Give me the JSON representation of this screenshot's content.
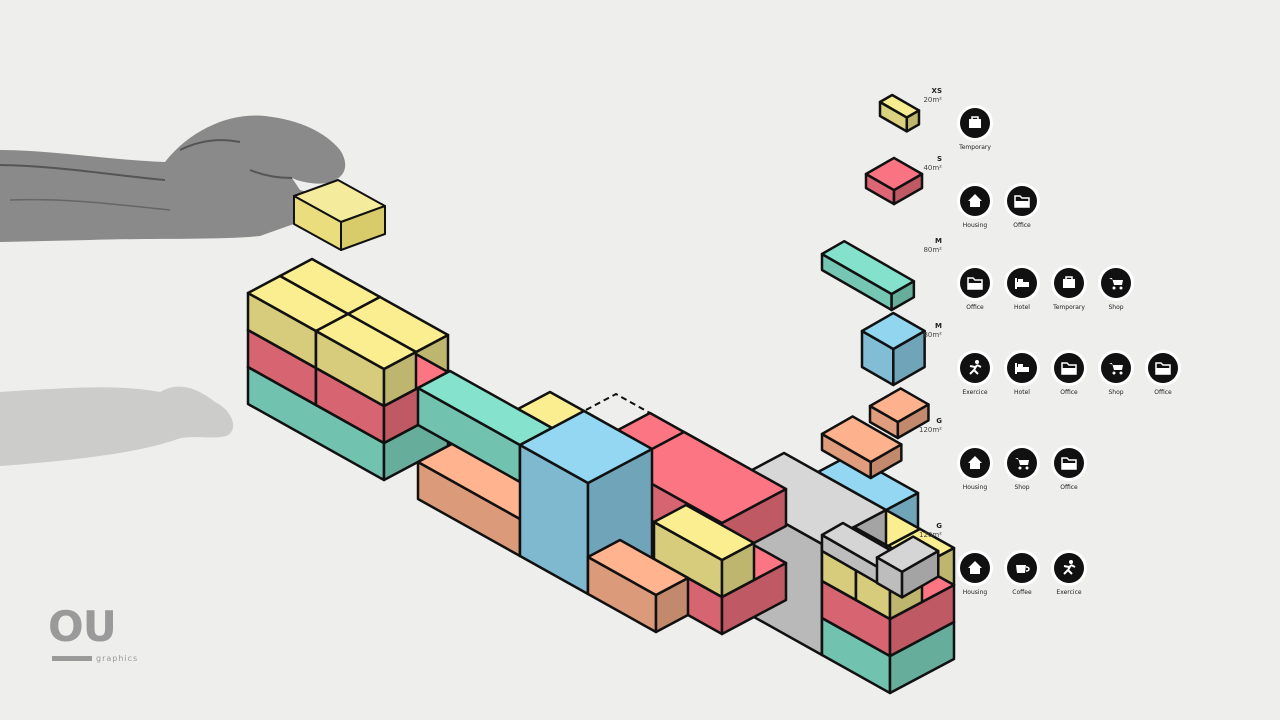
{
  "colors": {
    "background": "#eeeeec",
    "yellow": "#eee38a",
    "pink": "#ef6f7d",
    "teal": "#7fd8c3",
    "blue": "#8ccde6",
    "orange": "#f3ab88",
    "gray": "#cdcdcd",
    "outline": "#111111"
  },
  "logo": {
    "mark": "OU",
    "sub": "graphics"
  },
  "legend": [
    {
      "size": "XS",
      "area": "20m²",
      "color": "yellow",
      "shape": "small-bar",
      "icons": [
        {
          "icon": "briefcase-icon",
          "label": "Temporary"
        }
      ]
    },
    {
      "size": "S",
      "area": "40m²",
      "color": "pink",
      "shape": "block",
      "icons": [
        {
          "icon": "house-icon",
          "label": "Housing"
        },
        {
          "icon": "folder-icon",
          "label": "Office"
        }
      ]
    },
    {
      "size": "M",
      "area": "80m²",
      "color": "teal",
      "shape": "long-bar",
      "icons": [
        {
          "icon": "folder-icon",
          "label": "Office"
        },
        {
          "icon": "bed-icon",
          "label": "Hotel"
        },
        {
          "icon": "briefcase-icon",
          "label": "Temporary"
        },
        {
          "icon": "cart-icon",
          "label": "Shop"
        }
      ]
    },
    {
      "size": "M",
      "area": "80m²",
      "color": "blue",
      "shape": "cube",
      "icons": [
        {
          "icon": "runner-icon",
          "label": "Exercice"
        },
        {
          "icon": "bed-icon",
          "label": "Hotel"
        },
        {
          "icon": "folder-icon",
          "label": "Office"
        },
        {
          "icon": "cart-icon",
          "label": "Shop"
        },
        {
          "icon": "folder-icon",
          "label": "Office"
        }
      ]
    },
    {
      "size": "G",
      "area": "120m²",
      "color": "orange",
      "shape": "step",
      "icons": [
        {
          "icon": "house-icon",
          "label": "Housing"
        },
        {
          "icon": "cart-icon",
          "label": "Shop"
        },
        {
          "icon": "folder-icon",
          "label": "Office"
        }
      ]
    },
    {
      "size": "G",
      "area": "120m²",
      "color": "gray",
      "shape": "l-shape",
      "icons": [
        {
          "icon": "house-icon",
          "label": "Housing"
        },
        {
          "icon": "cup-icon",
          "label": "Coffee"
        },
        {
          "icon": "runner-icon",
          "label": "Exercice"
        }
      ]
    }
  ]
}
